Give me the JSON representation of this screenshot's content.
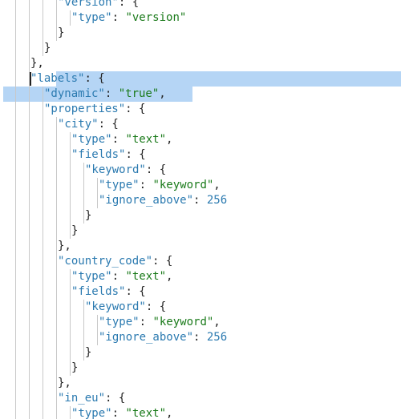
{
  "colors": {
    "key": "#2b7ab0",
    "string": "#1a7a1a",
    "number": "#2b7ab0",
    "punctuation": "#222222",
    "selection": "#b5d5f5",
    "indent_guide": "#c8c8c8"
  },
  "lines": [
    {
      "indent": 4,
      "tokens": [
        [
          "key",
          "\"version\""
        ],
        [
          "punc",
          ": {"
        ]
      ]
    },
    {
      "indent": 5,
      "tokens": [
        [
          "key",
          "\"type\""
        ],
        [
          "punc",
          ": "
        ],
        [
          "str",
          "\"version\""
        ]
      ]
    },
    {
      "indent": 4,
      "tokens": [
        [
          "punc",
          "}"
        ]
      ]
    },
    {
      "indent": 3,
      "tokens": [
        [
          "punc",
          "}"
        ]
      ]
    },
    {
      "indent": 2,
      "tokens": [
        [
          "punc",
          "},"
        ]
      ]
    },
    {
      "indent": 2,
      "tokens": [
        [
          "key",
          "\"labels\""
        ],
        [
          "punc",
          ": {"
        ]
      ]
    },
    {
      "indent": 3,
      "tokens": [
        [
          "key",
          "\"dynamic\""
        ],
        [
          "punc",
          ": "
        ],
        [
          "str",
          "\"true\""
        ],
        [
          "punc",
          ","
        ]
      ]
    },
    {
      "indent": 3,
      "tokens": [
        [
          "key",
          "\"properties\""
        ],
        [
          "punc",
          ": {"
        ]
      ]
    },
    {
      "indent": 4,
      "tokens": [
        [
          "key",
          "\"city\""
        ],
        [
          "punc",
          ": {"
        ]
      ]
    },
    {
      "indent": 5,
      "tokens": [
        [
          "key",
          "\"type\""
        ],
        [
          "punc",
          ": "
        ],
        [
          "str",
          "\"text\""
        ],
        [
          "punc",
          ","
        ]
      ]
    },
    {
      "indent": 5,
      "tokens": [
        [
          "key",
          "\"fields\""
        ],
        [
          "punc",
          ": {"
        ]
      ]
    },
    {
      "indent": 6,
      "tokens": [
        [
          "key",
          "\"keyword\""
        ],
        [
          "punc",
          ": {"
        ]
      ]
    },
    {
      "indent": 7,
      "tokens": [
        [
          "key",
          "\"type\""
        ],
        [
          "punc",
          ": "
        ],
        [
          "str",
          "\"keyword\""
        ],
        [
          "punc",
          ","
        ]
      ]
    },
    {
      "indent": 7,
      "tokens": [
        [
          "key",
          "\"ignore_above\""
        ],
        [
          "punc",
          ": "
        ],
        [
          "num",
          "256"
        ]
      ]
    },
    {
      "indent": 6,
      "tokens": [
        [
          "punc",
          "}"
        ]
      ]
    },
    {
      "indent": 5,
      "tokens": [
        [
          "punc",
          "}"
        ]
      ]
    },
    {
      "indent": 4,
      "tokens": [
        [
          "punc",
          "},"
        ]
      ]
    },
    {
      "indent": 4,
      "tokens": [
        [
          "key",
          "\"country_code\""
        ],
        [
          "punc",
          ": {"
        ]
      ]
    },
    {
      "indent": 5,
      "tokens": [
        [
          "key",
          "\"type\""
        ],
        [
          "punc",
          ": "
        ],
        [
          "str",
          "\"text\""
        ],
        [
          "punc",
          ","
        ]
      ]
    },
    {
      "indent": 5,
      "tokens": [
        [
          "key",
          "\"fields\""
        ],
        [
          "punc",
          ": {"
        ]
      ]
    },
    {
      "indent": 6,
      "tokens": [
        [
          "key",
          "\"keyword\""
        ],
        [
          "punc",
          ": {"
        ]
      ]
    },
    {
      "indent": 7,
      "tokens": [
        [
          "key",
          "\"type\""
        ],
        [
          "punc",
          ": "
        ],
        [
          "str",
          "\"keyword\""
        ],
        [
          "punc",
          ","
        ]
      ]
    },
    {
      "indent": 7,
      "tokens": [
        [
          "key",
          "\"ignore_above\""
        ],
        [
          "punc",
          ": "
        ],
        [
          "num",
          "256"
        ]
      ]
    },
    {
      "indent": 6,
      "tokens": [
        [
          "punc",
          "}"
        ]
      ]
    },
    {
      "indent": 5,
      "tokens": [
        [
          "punc",
          "}"
        ]
      ]
    },
    {
      "indent": 4,
      "tokens": [
        [
          "punc",
          "},"
        ]
      ]
    },
    {
      "indent": 4,
      "tokens": [
        [
          "key",
          "\"in_eu\""
        ],
        [
          "punc",
          ": {"
        ]
      ]
    },
    {
      "indent": 5,
      "tokens": [
        [
          "key",
          "\"type\""
        ],
        [
          "punc",
          ": "
        ],
        [
          "str",
          "\"text\""
        ],
        [
          "punc",
          ","
        ]
      ]
    }
  ]
}
